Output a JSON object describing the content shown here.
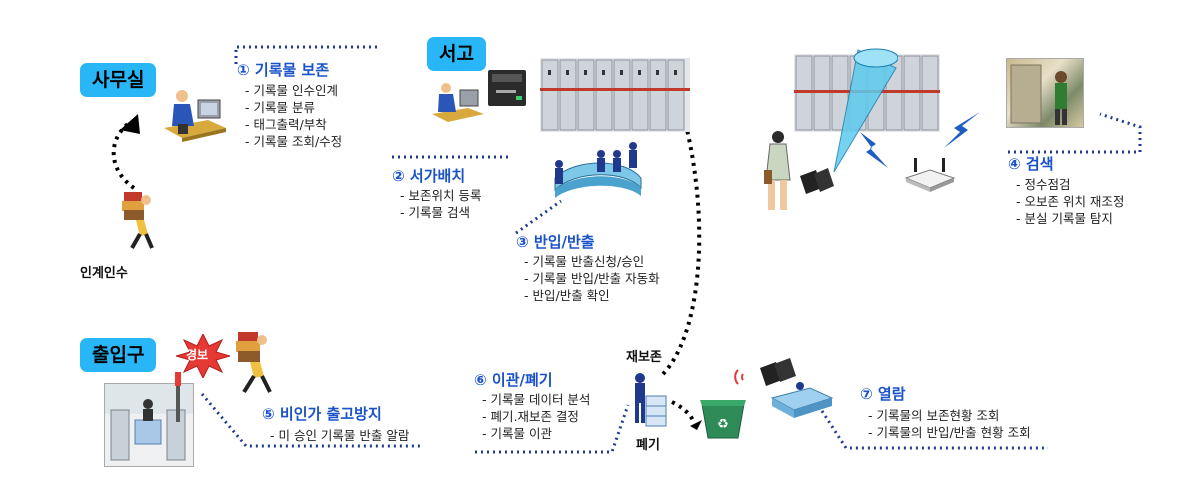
{
  "zones": {
    "office": "사무실",
    "archive": "서고",
    "entrance": "출입구"
  },
  "labels": {
    "handover": "인계인수",
    "re_preserve": "재보존",
    "disposal": "폐기",
    "alarm": "경보"
  },
  "sections": [
    {
      "title": "① 기록물 보존",
      "items": [
        "기록물 인수인계",
        "기록물 분류",
        "태그출력/부착",
        "기록물 조회/수정"
      ]
    },
    {
      "title": "② 서가배치",
      "items": [
        "보존위치 등록",
        "기록물 검색"
      ]
    },
    {
      "title": "③ 반입/반출",
      "items": [
        "기록물 반출신청/승인",
        "기록물 반입/반출 자동화",
        "반입/반출 확인"
      ]
    },
    {
      "title": "④ 검색",
      "items": [
        "정수점검",
        "오보존 위치 재조정",
        "분실 기록물 탐지"
      ]
    },
    {
      "title": "⑤ 비인가 출고방지",
      "items": [
        "미 승인 기록물 반출 알람"
      ]
    },
    {
      "title": "⑥ 이관/폐기",
      "items": [
        "기록물 데이터 분석",
        "폐기.재보존 결정",
        "기록물 이관"
      ]
    },
    {
      "title": "⑦ 열람",
      "items": [
        "기록물의 보존현황 조회",
        "기록물의 반입/반출 현황 조회"
      ]
    }
  ],
  "colors": {
    "zone_bg": "#29b6f6",
    "section_title": "#1a52c9",
    "dotted_line": "#1f3c8c"
  }
}
